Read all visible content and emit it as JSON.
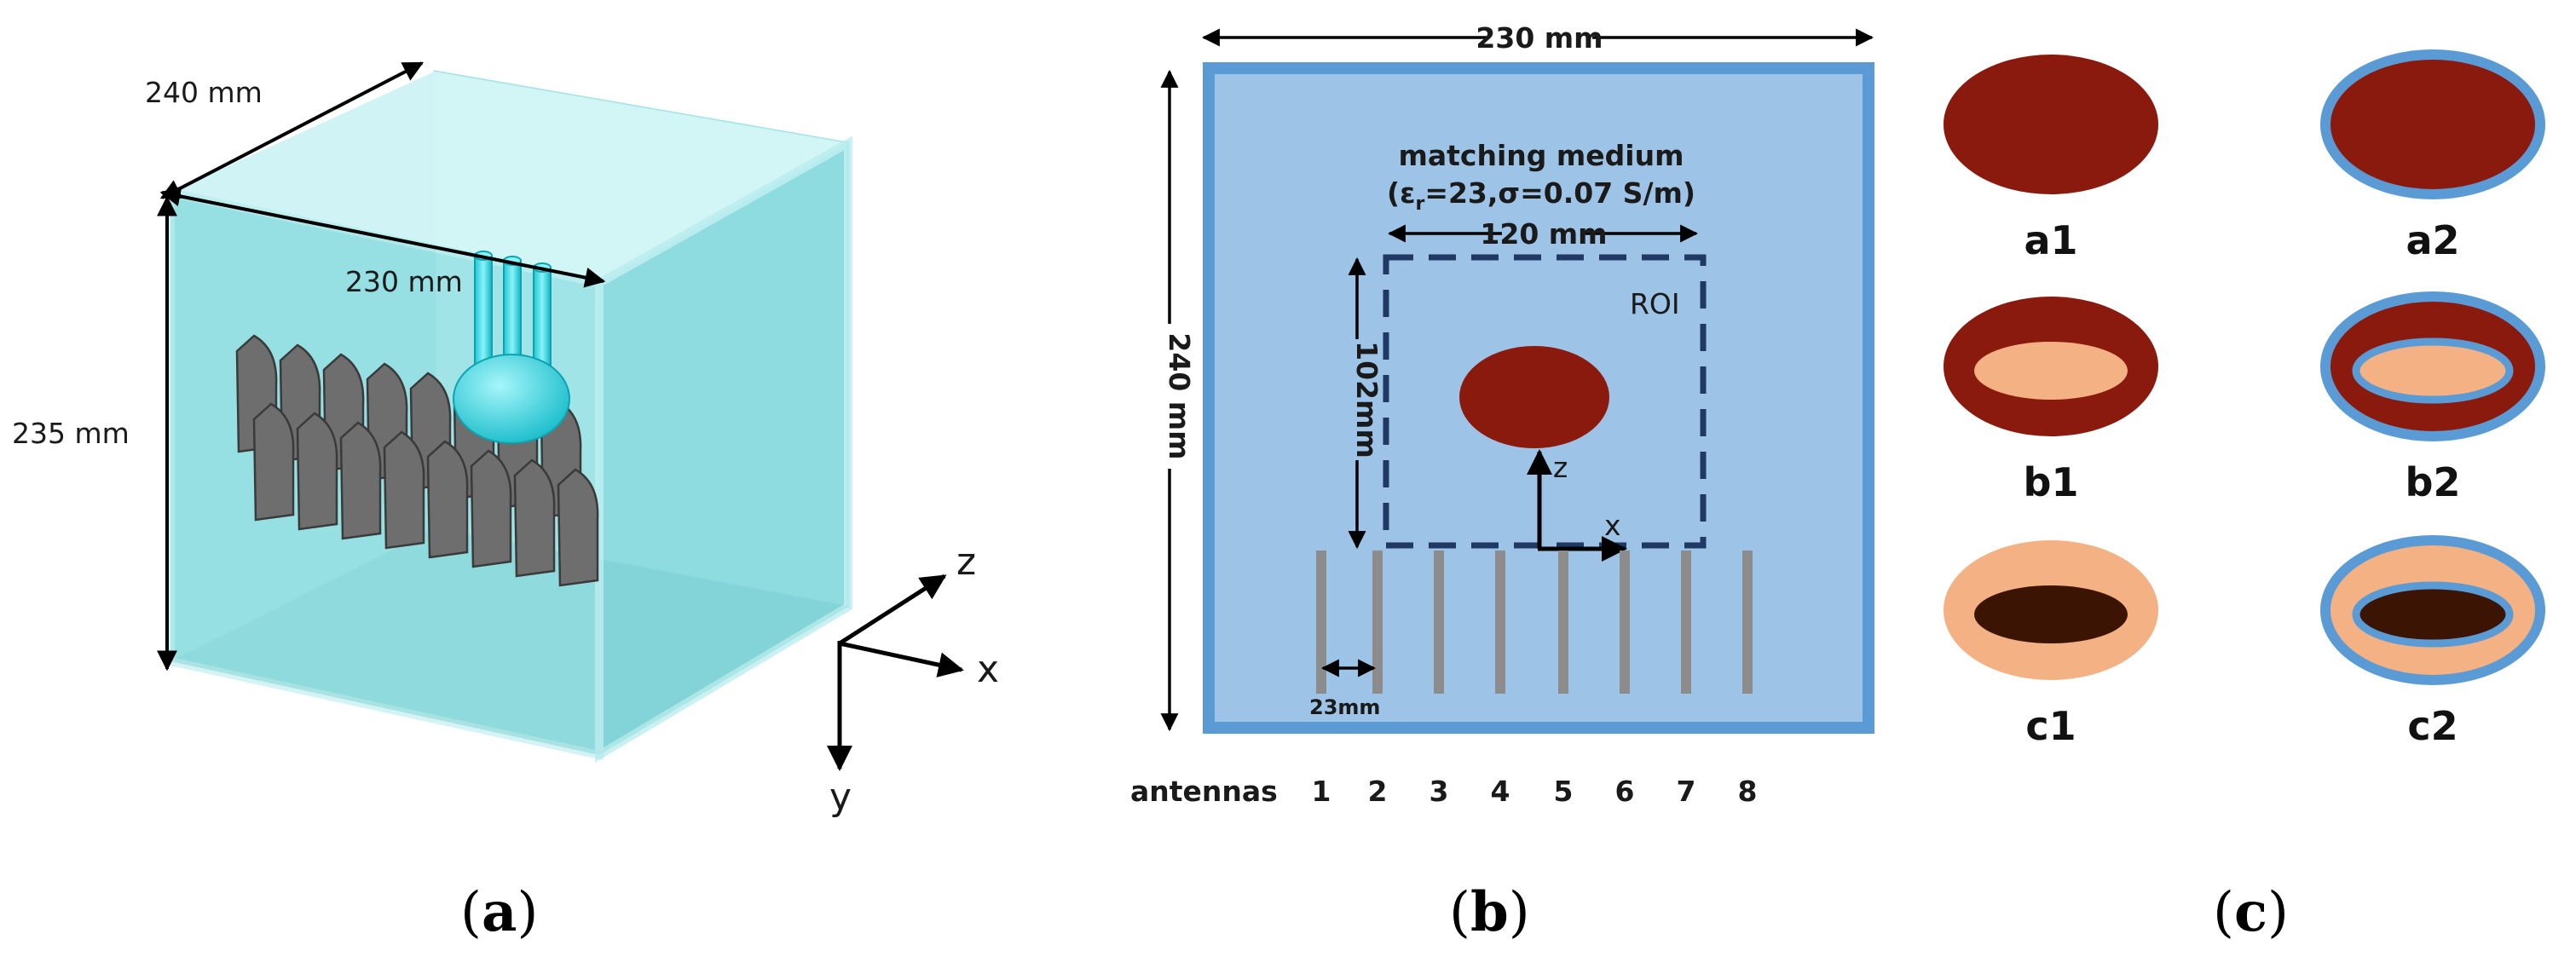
{
  "panel_a": {
    "dim_depth": "240 mm",
    "dim_width": "230 mm",
    "dim_height": "235 mm",
    "axis_z": "z",
    "axis_x": "x",
    "axis_y": "y",
    "caption_open": "(",
    "caption_letter": "a",
    "caption_close": ")",
    "colors": {
      "tank": "#8fe3e6",
      "antenna": "#6e6e6e",
      "probe": "#27d9e3"
    }
  },
  "panel_b": {
    "dim_width": "230 mm",
    "dim_height": "240 mm",
    "medium_title": "matching medium",
    "medium_params_prefix": "(ε",
    "medium_params_sub": "r",
    "medium_params_rest": "=23,σ=0.07 S/m)",
    "roi_width": "120 mm",
    "roi_height": "102mm",
    "roi_label": "ROI",
    "axis_z": "z",
    "axis_x": "x",
    "spacing": "23mm",
    "antennas_label": "antennas",
    "antenna_numbers": [
      "1",
      "2",
      "3",
      "4",
      "5",
      "6",
      "7",
      "8"
    ],
    "caption_open": "(",
    "caption_letter": "b",
    "caption_close": ")",
    "colors": {
      "background": "#9dc3e6",
      "border": "#5b9bd5",
      "target": "#8b1a0e",
      "roi_border": "#1f3864",
      "antenna": "#8c8c8c"
    }
  },
  "panel_c": {
    "phantoms": [
      {
        "label": "a1",
        "outer": "#8b1a0e",
        "shell": false,
        "inner": null
      },
      {
        "label": "a2",
        "outer": "#8b1a0e",
        "shell": true,
        "inner": null
      },
      {
        "label": "b1",
        "outer": "#8b1a0e",
        "shell": false,
        "inner": "#f4b183"
      },
      {
        "label": "b2",
        "outer": "#8b1a0e",
        "shell": true,
        "inner": "#f4b183"
      },
      {
        "label": "c1",
        "outer": "#f4b183",
        "shell": false,
        "inner": "#3b1404"
      },
      {
        "label": "c2",
        "outer": "#f4b183",
        "shell": true,
        "inner": "#3b1404"
      }
    ],
    "caption_open": "(",
    "caption_letter": "c",
    "caption_close": ")",
    "colors": {
      "shell": "#5b9bd5"
    }
  }
}
